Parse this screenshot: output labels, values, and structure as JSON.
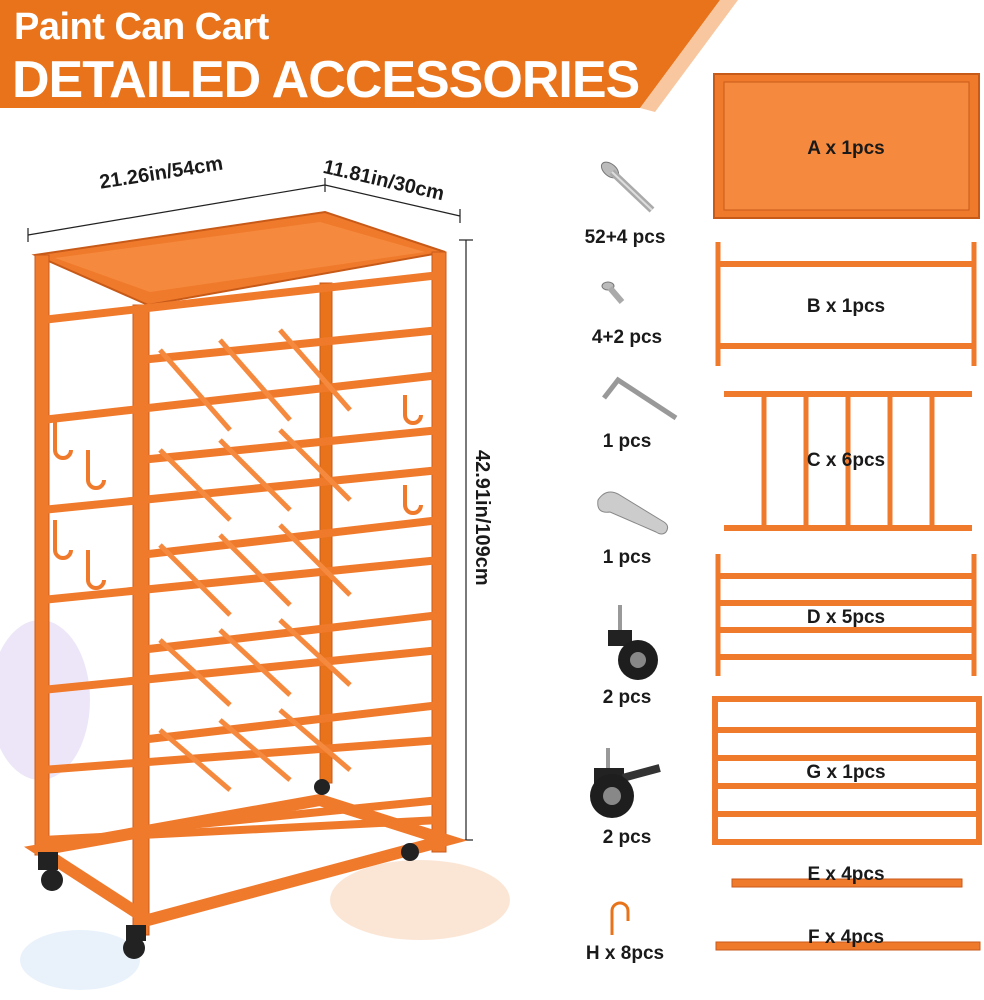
{
  "banner": {
    "title_line1": "Paint Can Cart",
    "title_line2": "DETAILED ACCESSORIES",
    "color": "#e8731a"
  },
  "dimensions": {
    "width": "21.26in/54cm",
    "depth": "11.81in/30cm",
    "height": "42.91in/109cm"
  },
  "hardware": [
    {
      "icon": "bolt-icon",
      "label": "52+4 pcs"
    },
    {
      "icon": "screw-icon",
      "label": "4+2 pcs"
    },
    {
      "icon": "hex-key-icon",
      "label": "1 pcs"
    },
    {
      "icon": "wrench-icon",
      "label": "1 pcs"
    },
    {
      "icon": "caster-wheel-icon",
      "label": "2 pcs"
    },
    {
      "icon": "locking-caster-wheel-icon",
      "label": "2 pcs"
    },
    {
      "icon": "hook-icon",
      "label": "H x 8pcs"
    }
  ],
  "parts": [
    {
      "id": "A",
      "label": "A x 1pcs"
    },
    {
      "id": "B",
      "label": "B x 1pcs"
    },
    {
      "id": "C",
      "label": "C x 6pcs"
    },
    {
      "id": "D",
      "label": "D x 5pcs"
    },
    {
      "id": "G",
      "label": "G x 1pcs"
    },
    {
      "id": "E",
      "label": "E x 4pcs"
    },
    {
      "id": "F",
      "label": "F x 4pcs"
    }
  ],
  "colors": {
    "frame": "#f07a2c",
    "frame_dark": "#c85a18",
    "text": "#1a1a1a"
  }
}
